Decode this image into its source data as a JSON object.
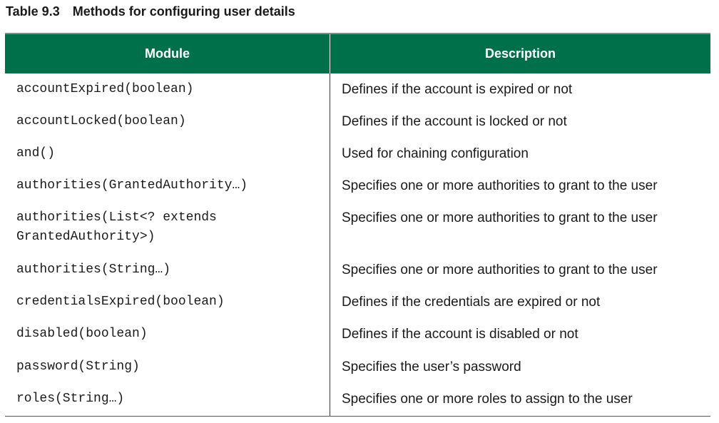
{
  "table": {
    "label": "Table 9.3",
    "title": "Methods for configuring user details",
    "headers": {
      "module": "Module",
      "description": "Description"
    },
    "rows": [
      {
        "module": "accountExpired(boolean)",
        "description": "Defines if the account is expired or not"
      },
      {
        "module": "accountLocked(boolean)",
        "description": "Defines if the account is locked or not"
      },
      {
        "module": "and()",
        "description": "Used for chaining configuration"
      },
      {
        "module": "authorities(GrantedAuthority…)",
        "description": "Specifies one or more authorities to grant to the user"
      },
      {
        "module": "authorities(List<? extends\nGrantedAuthority>)",
        "description": "Specifies one or more authorities to grant to the user"
      },
      {
        "module": "authorities(String…)",
        "description": "Specifies one or more authorities to grant to the user"
      },
      {
        "module": "credentialsExpired(boolean)",
        "description": "Defines if the credentials are expired or not"
      },
      {
        "module": "disabled(boolean)",
        "description": "Defines if the account is disabled or not"
      },
      {
        "module": "password(String)",
        "description": "Specifies the user’s password"
      },
      {
        "module": "roles(String…)",
        "description": "Specifies one or more roles to assign to the user"
      }
    ]
  },
  "colors": {
    "header_background": "#00704a",
    "header_text": "#ffffff"
  }
}
